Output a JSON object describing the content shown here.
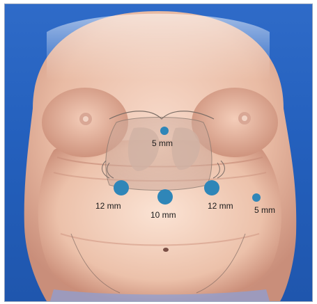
{
  "figure": {
    "background_color": "#2a63c0",
    "port_color": "#2f86b8"
  },
  "ports": [
    {
      "label": "5 mm"
    },
    {
      "label": "12 mm"
    },
    {
      "label": "10 mm"
    },
    {
      "label": "12 mm"
    },
    {
      "label": "5 mm"
    }
  ]
}
